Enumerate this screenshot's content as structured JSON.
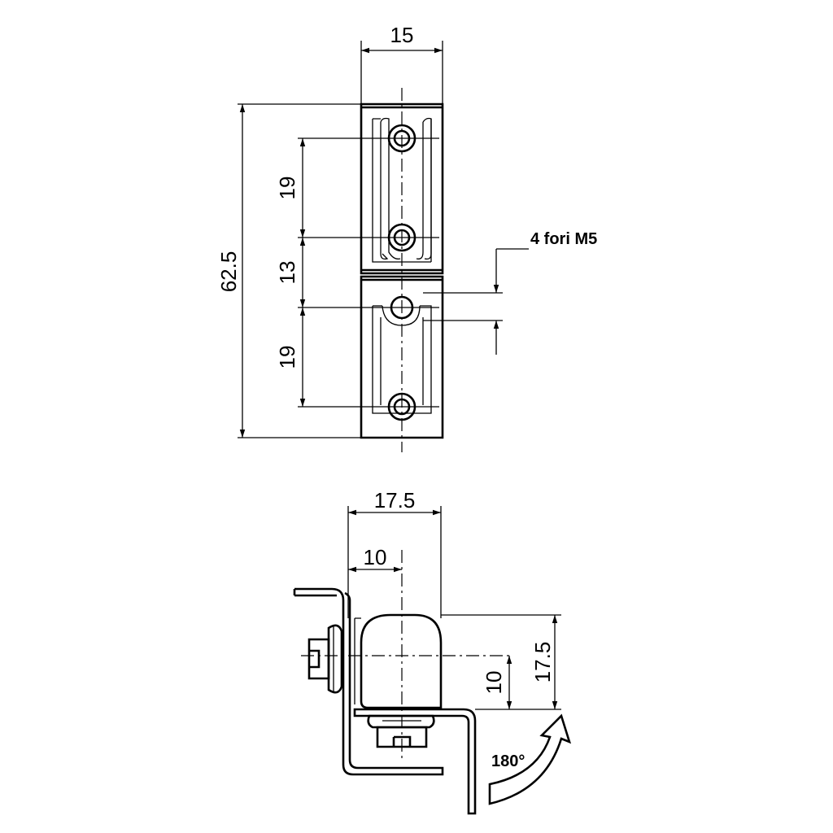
{
  "drawing": {
    "top_view": {
      "width_dim": "15",
      "overall_dim": "62.5",
      "upper_hole_spacing": "19",
      "middle_spacing": "13",
      "lower_hole_spacing": "19",
      "hole_note": "4 fori M5"
    },
    "side_view": {
      "width_dim": "17.5",
      "axis_offset": "10",
      "height_dim": "17.5",
      "axis_height": "10",
      "rotation_label": "180°"
    }
  }
}
